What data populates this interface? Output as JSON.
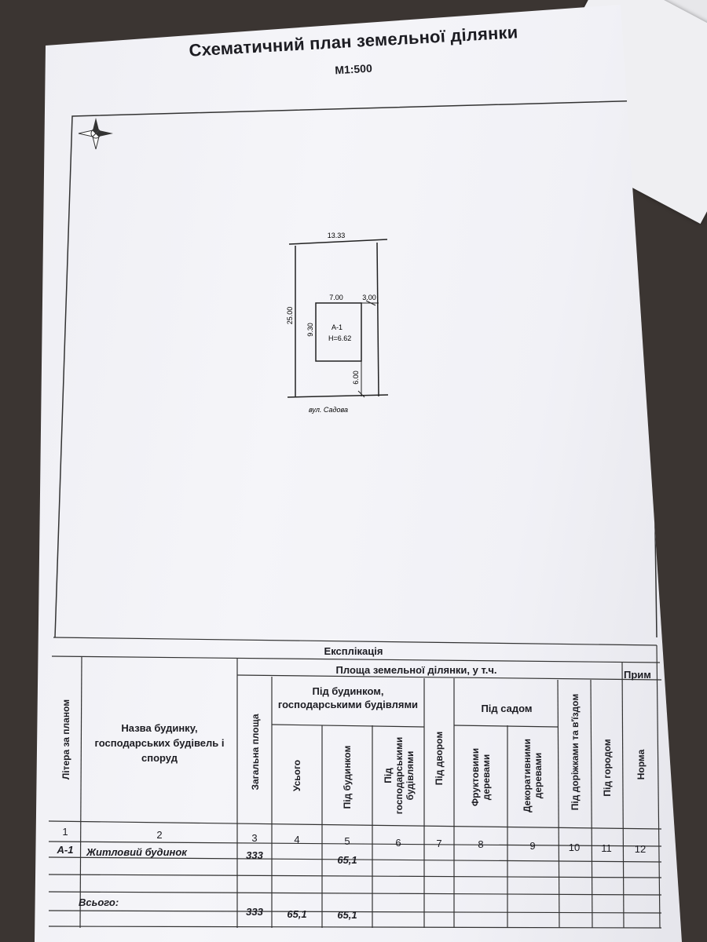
{
  "title": "Схематичний план земельної ділянки",
  "scale": "М1:500",
  "plan": {
    "lot_width": "13.33",
    "lot_depth": "25.00",
    "house_width": "7.00",
    "house_side_offset": "3.00",
    "house_depth": "9.30",
    "house_front_offset": "6.00",
    "house_label": "А-1",
    "house_height": "Н=6.62",
    "street": "вул. Садова"
  },
  "table": {
    "caption": "Експлікація",
    "area_group": "Площа земельної ділянки, у т.ч.",
    "notes_header": "Прим",
    "col_letter": "Літера за планом",
    "col_name": "Назва будинку, господарських будівель і споруд",
    "col_total": "Загальна площа",
    "group_buildings": "Під будинком, господарськими будівлями",
    "col_all": "Усього",
    "col_house": "Під будинком",
    "col_outbuildings": "Під господарськими будівлями",
    "col_yard": "Під двором",
    "group_garden": "Під садом",
    "col_fruit": "Фруктовими деревами",
    "col_decor": "Декоративними деревами",
    "col_paths": "Під доріжками та в'їздом",
    "col_veg": "Під городом",
    "col_norm": "Норма",
    "numbers": [
      "1",
      "2",
      "3",
      "4",
      "5",
      "6",
      "7",
      "8",
      "9",
      "10",
      "11",
      "12"
    ],
    "row1": {
      "letter": "А-1",
      "name": "Житловий будинок",
      "total": "333",
      "house": "65,1"
    },
    "total_row": {
      "label": "Всього:",
      "total": "333",
      "all": "65,1",
      "house": "65,1"
    }
  }
}
